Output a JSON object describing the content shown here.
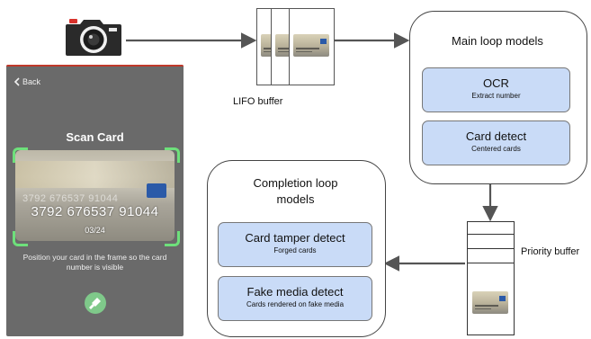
{
  "phone": {
    "back_label": "Back",
    "title": "Scan Card",
    "card_number": "3792 676537 91044",
    "card_expiry": "03/24",
    "instruction": "Position your card in the frame so the card number is visible",
    "flashlight_icon": "flashlight-icon"
  },
  "lifo_buffer": {
    "label": "LIFO buffer"
  },
  "main_loop": {
    "title": "Main loop models",
    "models": [
      {
        "name": "OCR",
        "desc": "Extract number"
      },
      {
        "name": "Card detect",
        "desc": "Centered cards"
      }
    ]
  },
  "completion_loop": {
    "title_line1": "Completion loop",
    "title_line2": "models",
    "models": [
      {
        "name": "Card tamper detect",
        "desc": "Forged cards"
      },
      {
        "name": "Fake media detect",
        "desc": "Cards rendered on fake media"
      }
    ]
  },
  "priority_buffer": {
    "label": "Priority buffer"
  },
  "colors": {
    "model_fill": "#c9dbf7",
    "frame_corner": "#6ee07b",
    "arrow": "#555555"
  },
  "icons": {
    "camera": "camera-icon",
    "back": "chevron-left-icon"
  }
}
